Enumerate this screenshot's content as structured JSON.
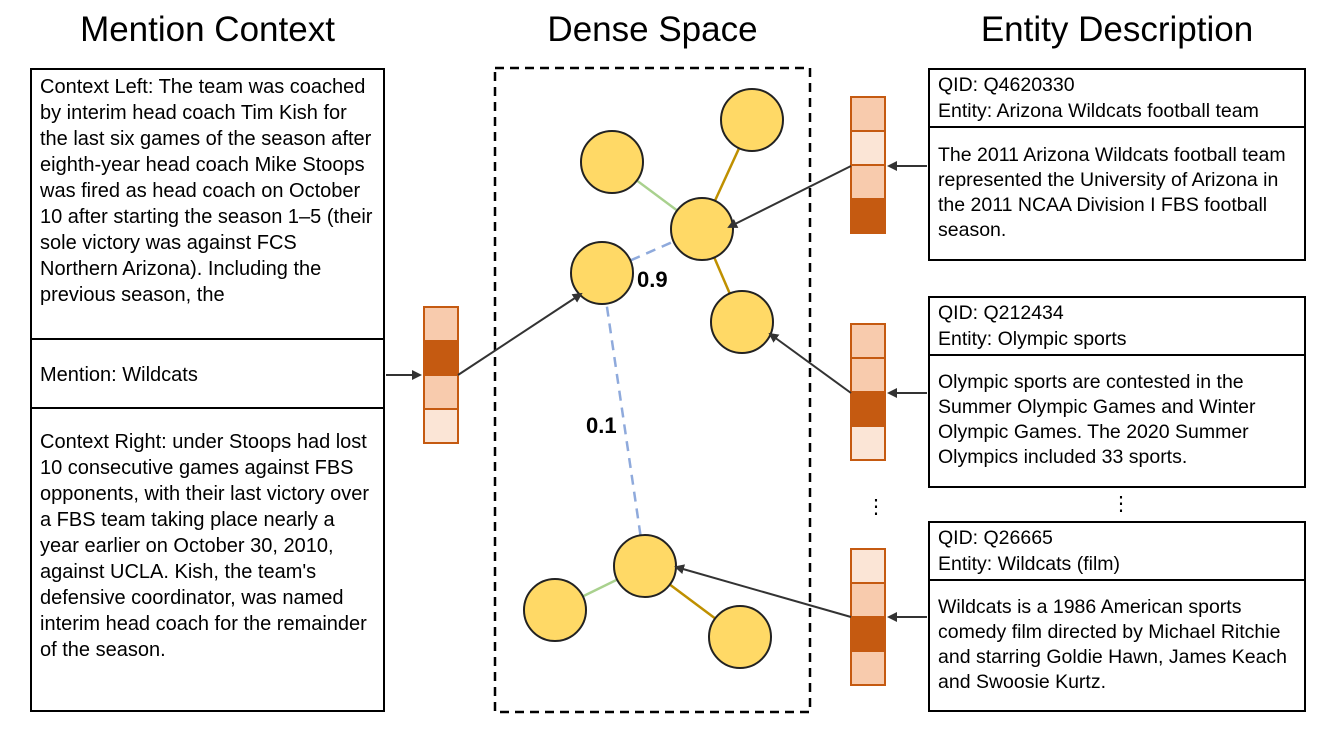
{
  "headings": {
    "mention": "Mention Context",
    "dense": "Dense Space",
    "entity": "Entity Description"
  },
  "mention": {
    "context_left": "Context Left: The team was coached by interim head coach Tim Kish for the last six games of the season after eighth-year head coach Mike Stoops was fired as head coach on October 10 after starting the season 1–5 (their sole victory was against FCS Northern Arizona). Including the previous season, the",
    "mention": "Mention: Wildcats",
    "context_right": "Context Right: under Stoops had lost 10 consecutive games against FBS opponents, with their last victory over a FBS team taking place nearly a year earlier on October 30, 2010, against UCLA. Kish, the team's defensive coordinator, was named interim head coach for the remainder of the season."
  },
  "entities": [
    {
      "qid": "QID: Q4620330",
      "entity": "Entity: Arizona Wildcats football team",
      "description": "The 2011 Arizona Wildcats football team represented the University of Arizona in the 2011 NCAA Division I FBS football season."
    },
    {
      "qid": "QID: Q212434",
      "entity": "Entity: Olympic sports",
      "description": "Olympic sports are contested in the Summer Olympic Games and Winter Olympic Games. The 2020 Summer Olympics included 33 sports."
    },
    {
      "qid": "QID: Q26665",
      "entity": "Entity: Wildcats (film)",
      "description": "Wildcats is a 1986 American sports comedy film directed by Michael Ritchie and starring Goldie Hawn, James Keach and Swoosie Kurtz."
    }
  ],
  "scores": {
    "high": "0.9",
    "low": "0.1"
  },
  "ellipsis": "⋮",
  "colors": {
    "node_fill": "#ffd966",
    "node_stroke": "#222222",
    "edge_green": "#a9d18e",
    "edge_gold": "#bf9000",
    "edge_dashed": "#8faadc",
    "arrow": "#333333",
    "embed_light": "#fbe5d6",
    "embed_mid": "#f8cbad",
    "embed_dark": "#c55a11",
    "embed_stroke": "#c55a11"
  },
  "embeddings": {
    "mention_vector": [
      "mid",
      "dark",
      "mid",
      "light"
    ],
    "entity_vector_1": [
      "mid",
      "light",
      "mid",
      "dark"
    ],
    "entity_vector_2": [
      "mid",
      "mid",
      "dark",
      "light"
    ],
    "entity_vector_3": [
      "light",
      "mid",
      "dark",
      "mid"
    ]
  }
}
